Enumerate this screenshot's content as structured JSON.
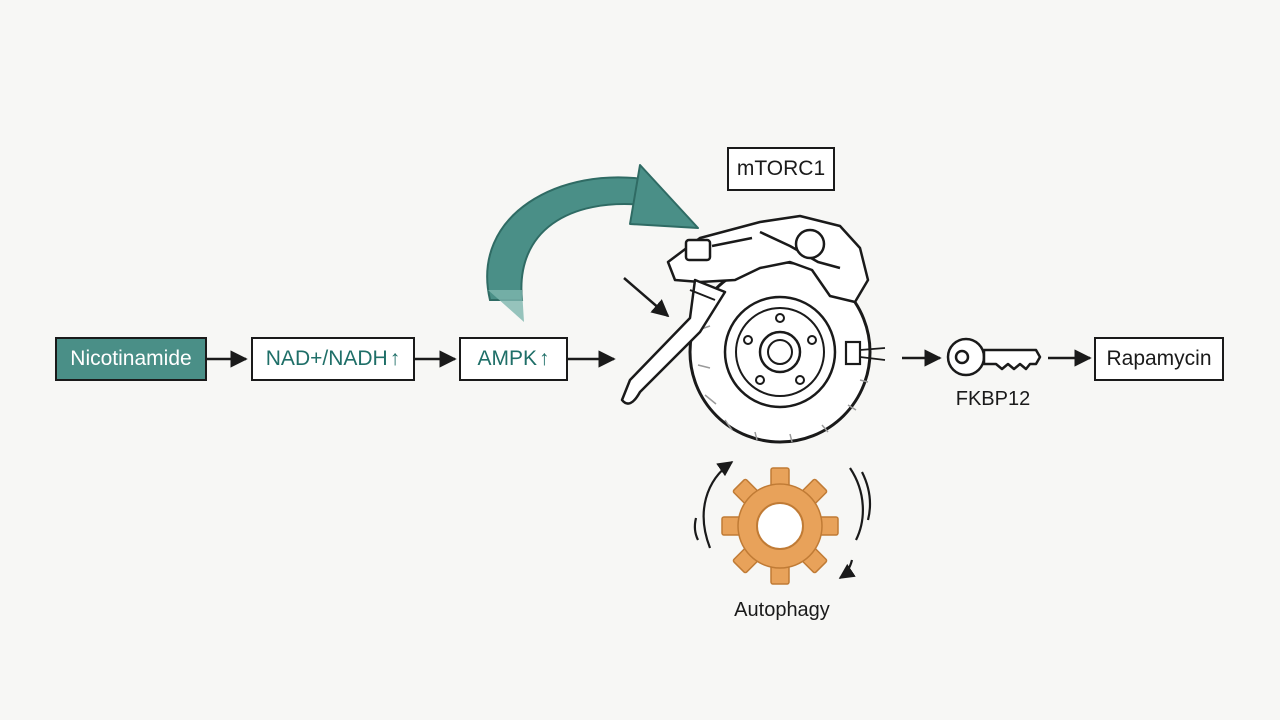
{
  "nodes": {
    "nicotinamide": "Nicotinamide",
    "nad": "NAD+/NADH",
    "ampk": "AMPK",
    "mtorc1": "mTORC1",
    "fkbp12": "FKBP12",
    "rapamycin": "Rapamycin",
    "autophagy": "Autophagy"
  },
  "up_arrow_symbol": "↑",
  "colors": {
    "teal": "#4a8f87",
    "teal_text": "#1f6f68",
    "orange": "#e8a25a",
    "ink": "#1a1a1a"
  },
  "icons": [
    "brake-disc-icon",
    "brake-caliper-icon",
    "brake-lever-icon",
    "key-icon",
    "gear-icon"
  ]
}
